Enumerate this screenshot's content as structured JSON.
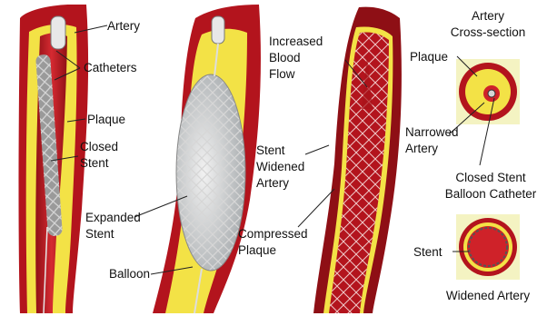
{
  "labels": {
    "artery": "Artery",
    "catheters": "Catheters",
    "plaque": "Plaque",
    "closed_stent_1": "Closed",
    "closed_stent_2": "Stent",
    "expanded_stent_1": "Expanded",
    "expanded_stent_2": "Stent",
    "balloon": "Balloon",
    "increased_flow_1": "Increased",
    "increased_flow_2": "Blood",
    "increased_flow_3": "Flow",
    "stent_widened_1": "Stent",
    "stent_widened_2": "Widened",
    "stent_widened_3": "Artery",
    "compressed_plaque_1": "Compressed",
    "compressed_plaque_2": "Plaque",
    "cross_section_1": "Artery",
    "cross_section_2": "Cross-section",
    "cs_plaque": "Plaque",
    "narrowed_1": "Narrowed",
    "narrowed_2": "Artery",
    "closed_catheter_1": "Closed Stent",
    "closed_catheter_2": "Balloon Catheter",
    "cs_stent": "Stent",
    "widened_artery": "Widened Artery"
  },
  "colors": {
    "artery_wall": "#b3141d",
    "artery_dark": "#7a0c10",
    "plaque": "#f3e246",
    "lumen": "#cf2229",
    "stent": "#c9c9c9",
    "balloon": "#cfd2d4",
    "cross_bg": "#f4f3c2"
  }
}
